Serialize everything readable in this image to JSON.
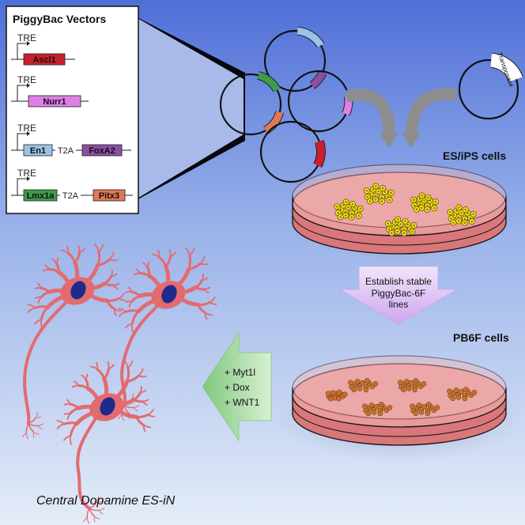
{
  "vectors_box": {
    "title": "PiggyBac Vectors",
    "promoter": "TRE",
    "genes": {
      "ascl1": "Ascl1",
      "nurr1": "Nurr1",
      "en1": "En1",
      "foxa2": "FoxA2",
      "lmx1a": "Lmx1a",
      "pitx3": "Pitx3"
    },
    "linker": "T2A"
  },
  "transposase_label": "Transposase",
  "es_label": "ES/iPS cells",
  "establish_label": {
    "line1": "Establish stable",
    "line2": "PiggyBac-6F",
    "line3": "lines"
  },
  "pb6f_label": "PB6F cells",
  "factors": [
    "+ Myt1l",
    "+ Dox",
    "+ WNT1"
  ],
  "result_label": "Central Dopamine ES-iN",
  "colors": {
    "ascl1": "#c8202c",
    "nurr1": "#dd7fe6",
    "en1": "#9cc3e6",
    "foxa2": "#8a4fa0",
    "lmx1a": "#3f9a4c",
    "pitx3": "#e07855",
    "neuron": "#e26b70",
    "nucleus": "#1e2a8c",
    "dish": "#d9777a",
    "es_colony": "#f2e21b",
    "pb6f_colony": "#e5753e",
    "arrow_green": "#8fd18c",
    "arrow_violet": "#d7b6ef"
  }
}
